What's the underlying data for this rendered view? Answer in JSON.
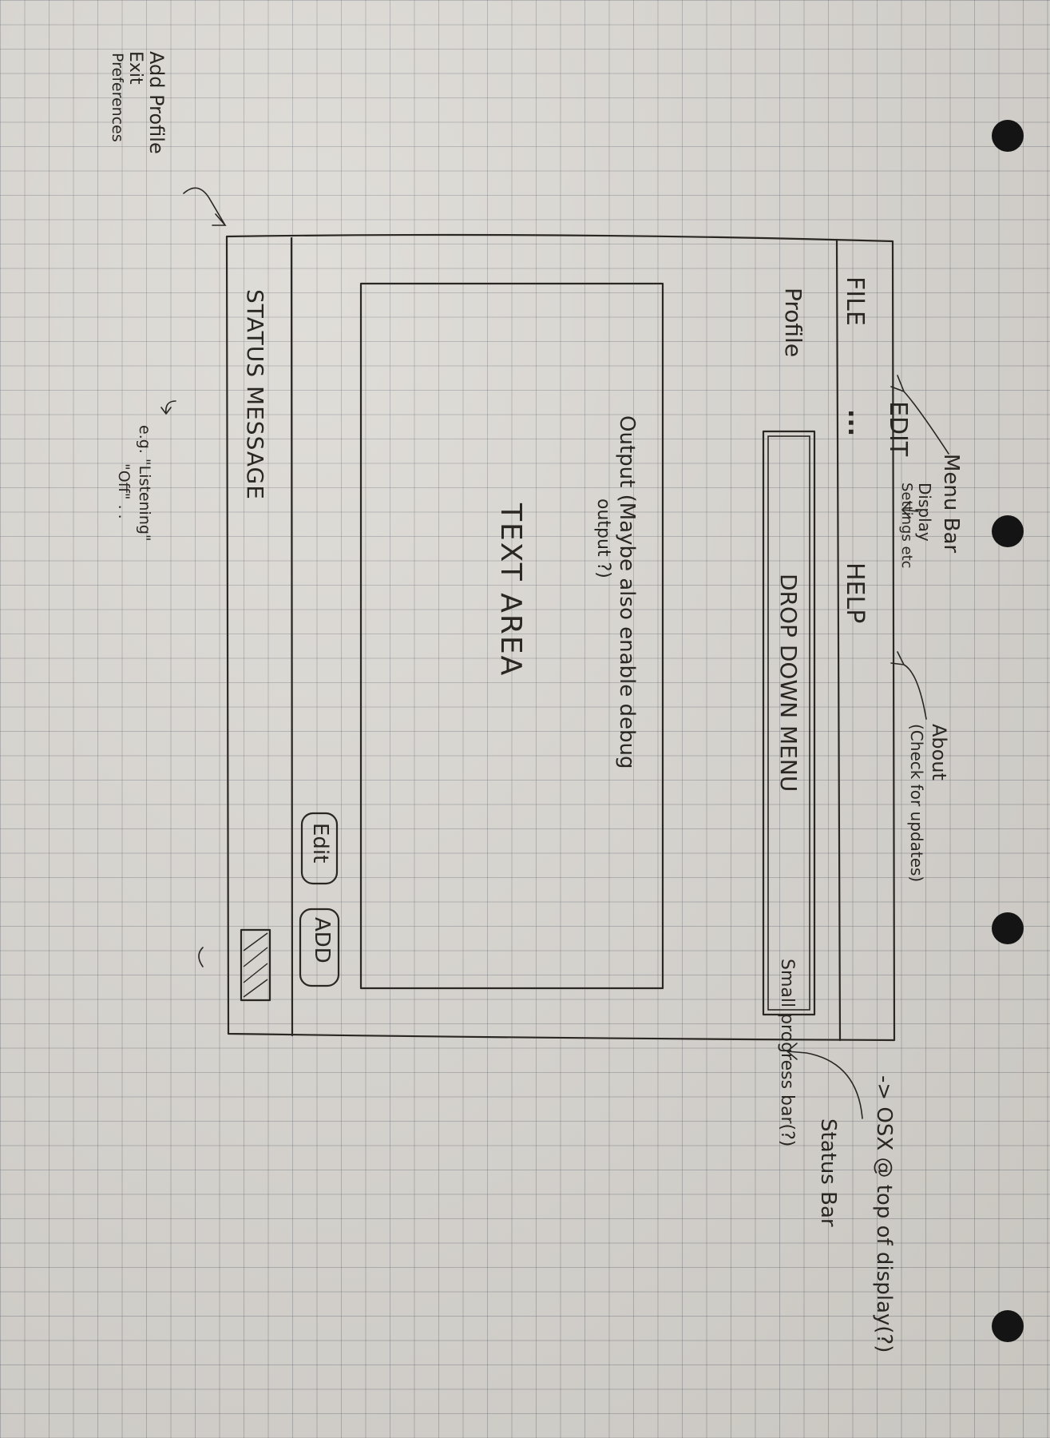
{
  "sketch": {
    "menu_bar": {
      "file": "FILE",
      "ellipsis": "...",
      "edit": "EDIT",
      "help": "HELP"
    },
    "file_menu_items": [
      "Add Profile",
      "Exit",
      "Preferences"
    ],
    "profile_label": "Profile",
    "dropdown_label": "DROP DOWN MENU",
    "output_note_line1": "Output (Maybe also enable debug",
    "output_note_line2": "output ?)",
    "text_area_label": "TEXT AREA",
    "edit_button": "Edit",
    "add_button": "ADD",
    "status_message": "STATUS MESSAGE"
  },
  "annotations": {
    "menu_bar": "Menu Bar",
    "display_settings_line1": "Display",
    "display_settings_line2": "Settings etc",
    "about_line1": "About",
    "about_line2": "(Check for updates)",
    "osx_note": "-> OSX @ top of display(?)",
    "status_examples_line1": "e.g. \"Listening\"",
    "status_examples_line2": "\"Off\" . .",
    "status_bar": "Status Bar",
    "progress_note": "Small progress bar(?)"
  },
  "colors": {
    "paper": "#d9d6d0",
    "ink": "#2a2622",
    "grid": "#5a5f69"
  }
}
